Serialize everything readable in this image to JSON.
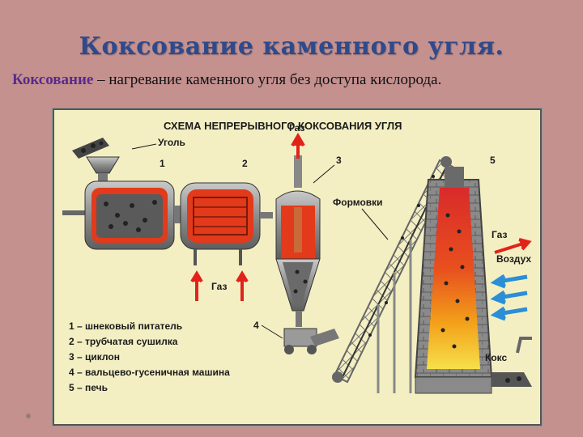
{
  "title": "Коксование каменного угля.",
  "subtitle": {
    "term": "Коксование",
    "definition": " – нагревание каменного угля без доступа кислорода."
  },
  "diagram": {
    "heading": "СХЕМА НЕПРЕРЫВНОГО КОКСОВАНИЯ УГЛЯ",
    "labels": {
      "coal": "Уголь",
      "gas_top": "Газ",
      "gas_bottom": "Газ",
      "gas_right": "Газ",
      "air": "Воздух",
      "forms": "Формовки",
      "coke": "Кокс"
    },
    "numbers": [
      "1",
      "2",
      "3",
      "4",
      "5"
    ],
    "legend": [
      "1 – шнековый питатель",
      "2 – трубчатая сушилка",
      "3 – циклон",
      "4 – вальцево-гусеничная машина",
      "5 – печь"
    ],
    "colors": {
      "background": "#f3efc3",
      "hot": "#e23a1a",
      "steel": "#9a9a9a",
      "arrow_red": "#e2231a",
      "arrow_blue": "#2a8fd6"
    }
  }
}
